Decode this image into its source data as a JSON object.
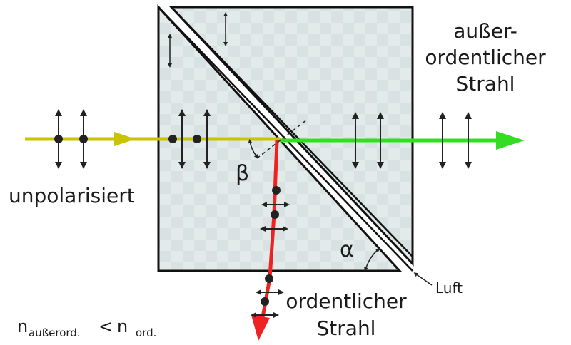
{
  "labels": {
    "extraordinary_line1": "außer-",
    "extraordinary_line2": "ordentlicher",
    "extraordinary_line3": "Strahl",
    "unpolarized": "unpolarisiert",
    "beta": "β",
    "alpha": "α",
    "ordinary_line1": "ordentlicher",
    "ordinary_line2": "Strahl",
    "air": "Luft",
    "condition_n1": "n",
    "condition_sub1": "außerord.",
    "condition_lt": "<",
    "condition_n2": "n",
    "condition_sub2": "ord."
  },
  "colors": {
    "incident_beam": "#c8c400",
    "extraordinary_beam": "#33dd22",
    "ordinary_beam": "#ee2222",
    "prism_fill": "#e4ebeb",
    "prism_stroke": "#111111",
    "polarization_arrow": "#222222"
  }
}
